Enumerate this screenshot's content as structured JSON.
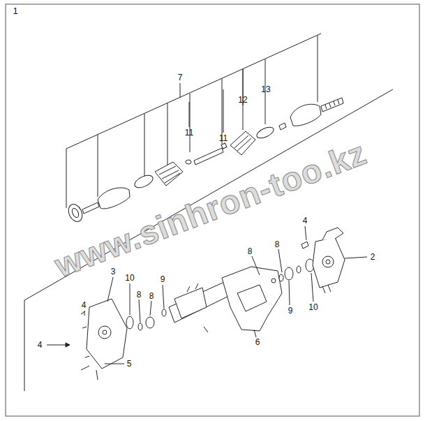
{
  "diagram": {
    "labels": [
      "1",
      "7",
      "11",
      "11",
      "12",
      "13",
      "4",
      "8",
      "8",
      "2",
      "3",
      "10",
      "8",
      "9",
      "8",
      "9",
      "10",
      "4",
      "5",
      "4",
      "6",
      "www.sinhron-too.kz"
    ]
  }
}
